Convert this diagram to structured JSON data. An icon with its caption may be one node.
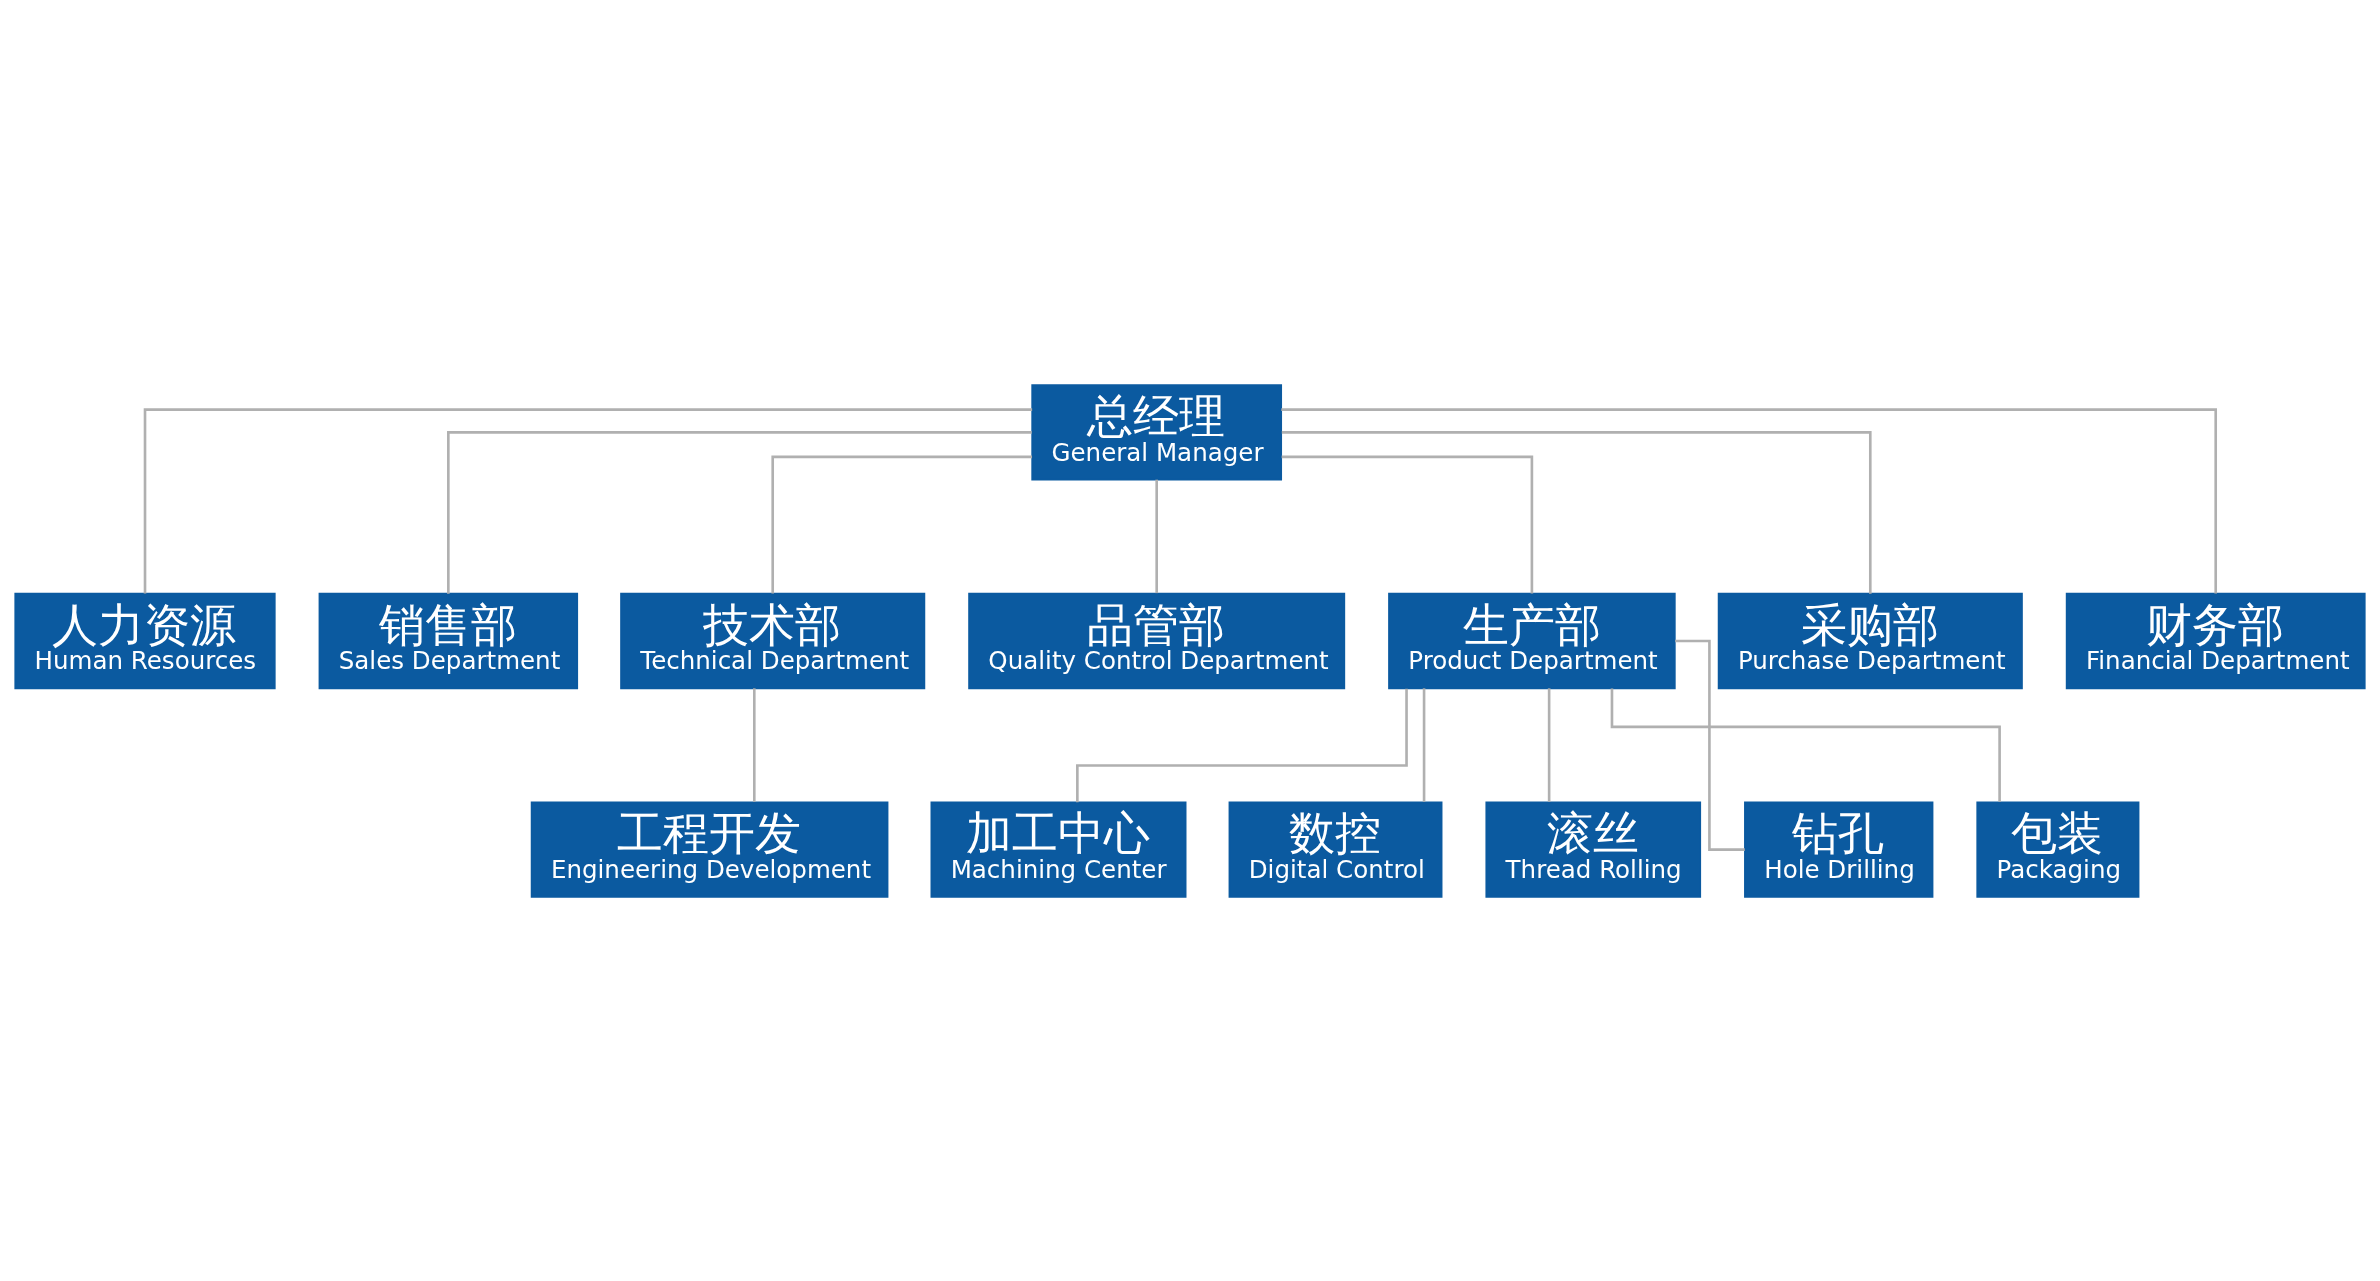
{
  "diagram": {
    "nodes": [
      {
        "text": [
          "总经理",
          "General Manager"
        ]
      },
      {
        "text": [
          "人力资源",
          "Human Resources"
        ]
      },
      {
        "text": [
          "销售部",
          "Sales Department"
        ]
      },
      {
        "text": [
          "技术部",
          "Technical Department"
        ]
      },
      {
        "text": [
          "品管部",
          "Quality Control Department"
        ]
      },
      {
        "text": [
          "生产部",
          "Product Department"
        ]
      },
      {
        "text": [
          "采购部",
          "Purchase Department"
        ]
      },
      {
        "text": [
          "财务部",
          "Financial Department"
        ]
      },
      {
        "text": [
          "工程开发",
          "Engineering Development"
        ]
      },
      {
        "text": [
          "加工中心",
          "Machining Center"
        ]
      },
      {
        "text": [
          "数控",
          "Digital Control"
        ]
      },
      {
        "text": [
          "滚丝",
          "Thread Rolling"
        ]
      },
      {
        "text": [
          "钻孔",
          "Hole Drilling"
        ]
      },
      {
        "text": [
          "包装",
          "Packaging"
        ]
      }
    ],
    "edges": [
      {
        "from": 0,
        "to": 1,
        "arrow": "none"
      },
      {
        "from": 0,
        "to": 2,
        "arrow": "none"
      },
      {
        "from": 0,
        "to": 3,
        "arrow": "none"
      },
      {
        "from": 0,
        "to": 4,
        "arrow": "none"
      },
      {
        "from": 0,
        "to": 5,
        "arrow": "none"
      },
      {
        "from": 0,
        "to": 6,
        "arrow": "none"
      },
      {
        "from": 0,
        "to": 7,
        "arrow": "none"
      },
      {
        "from": 3,
        "to": 8,
        "arrow": "none"
      },
      {
        "from": 5,
        "to": 9,
        "arrow": "none"
      },
      {
        "from": 5,
        "to": 10,
        "arrow": "none"
      },
      {
        "from": 5,
        "to": 11,
        "arrow": "none"
      },
      {
        "from": 5,
        "to": 12,
        "arrow": "none"
      },
      {
        "from": 5,
        "to": 13,
        "arrow": "none"
      }
    ]
  }
}
